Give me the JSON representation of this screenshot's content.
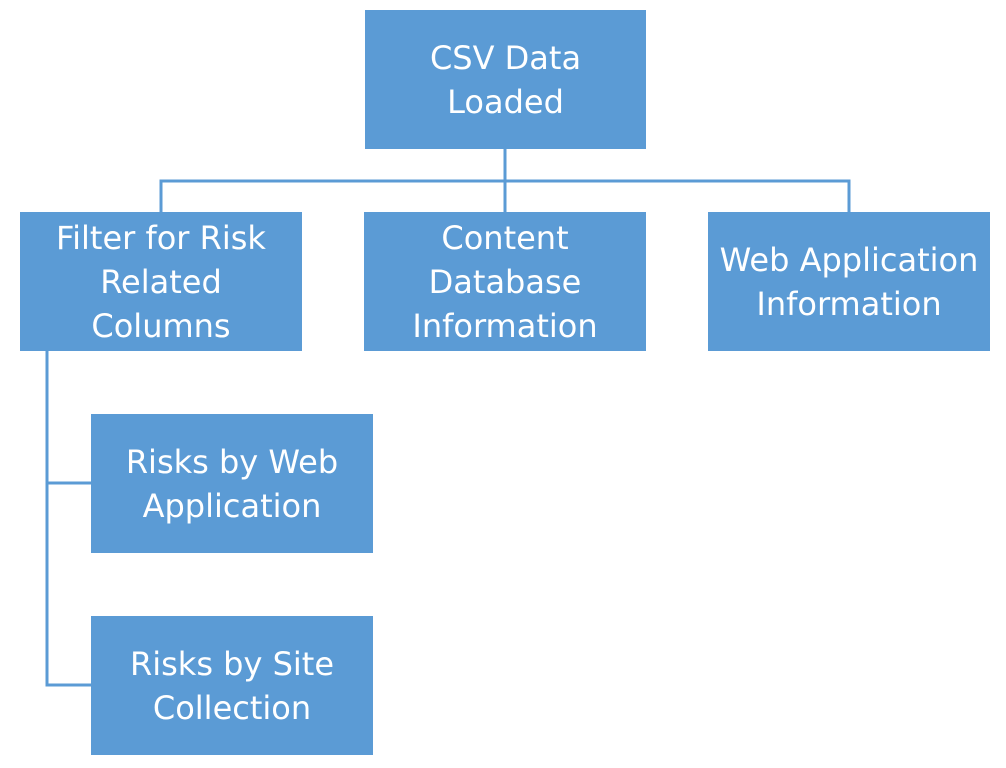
{
  "diagram": {
    "fill_color": "#5b9bd5",
    "line_color": "#5b9bd5",
    "text_color": "#ffffff",
    "nodes": {
      "root": "CSV Data\nLoaded",
      "filter": "Filter for Risk\nRelated\nColumns",
      "content_db": "Content\nDatabase\nInformation",
      "web_app": "Web Application\nInformation",
      "risks_web_app": "Risks by Web\nApplication",
      "risks_site_collection": "Risks by Site\nCollection"
    }
  }
}
